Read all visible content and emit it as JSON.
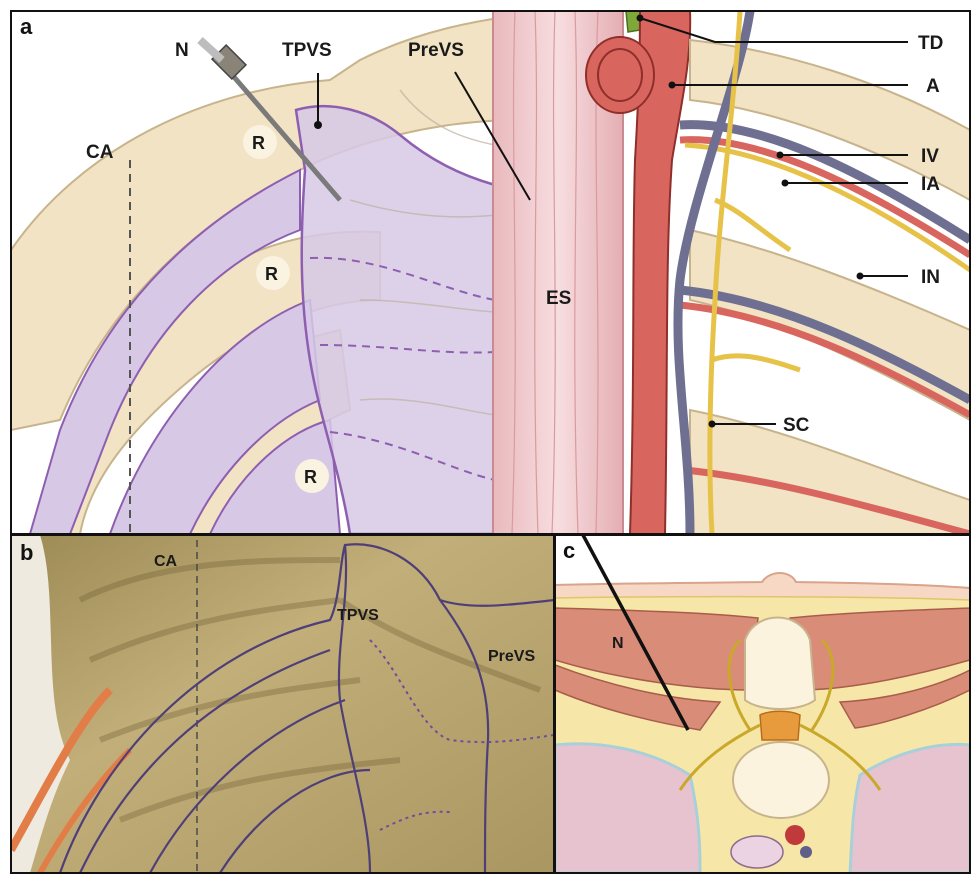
{
  "panels": {
    "a": {
      "letter": "a",
      "labels": {
        "N": "N",
        "TPVS": "TPVS",
        "PreVS": "PreVS",
        "CA": "CA",
        "R1": "R",
        "R2": "R",
        "R3": "R",
        "ES": "ES",
        "TD": "TD",
        "A": "A",
        "IV": "IV",
        "IA": "IA",
        "IN": "IN",
        "SC": "SC"
      }
    },
    "b": {
      "letter": "b",
      "labels": {
        "CA": "CA",
        "TPVS": "TPVS",
        "PreVS": "PreVS"
      }
    },
    "c": {
      "letter": "c",
      "labels": {
        "N": "N"
      }
    }
  },
  "colors": {
    "bone": "#f1e3c3",
    "bone_edge": "#c8b48c",
    "paravertebral_space": "#d7c9e6",
    "space_outline": "#8e5fb0",
    "esophagus": "#f0c8cc",
    "aorta": "#d9665e",
    "vein": "#6f6f92",
    "nerve": "#e7c248",
    "thoracic_duct": "#7fa83a",
    "cadaver": "#b6a26a",
    "muscle": "#d98d78",
    "fat": "#f6e7a8",
    "lung": "#e7c3cf"
  }
}
